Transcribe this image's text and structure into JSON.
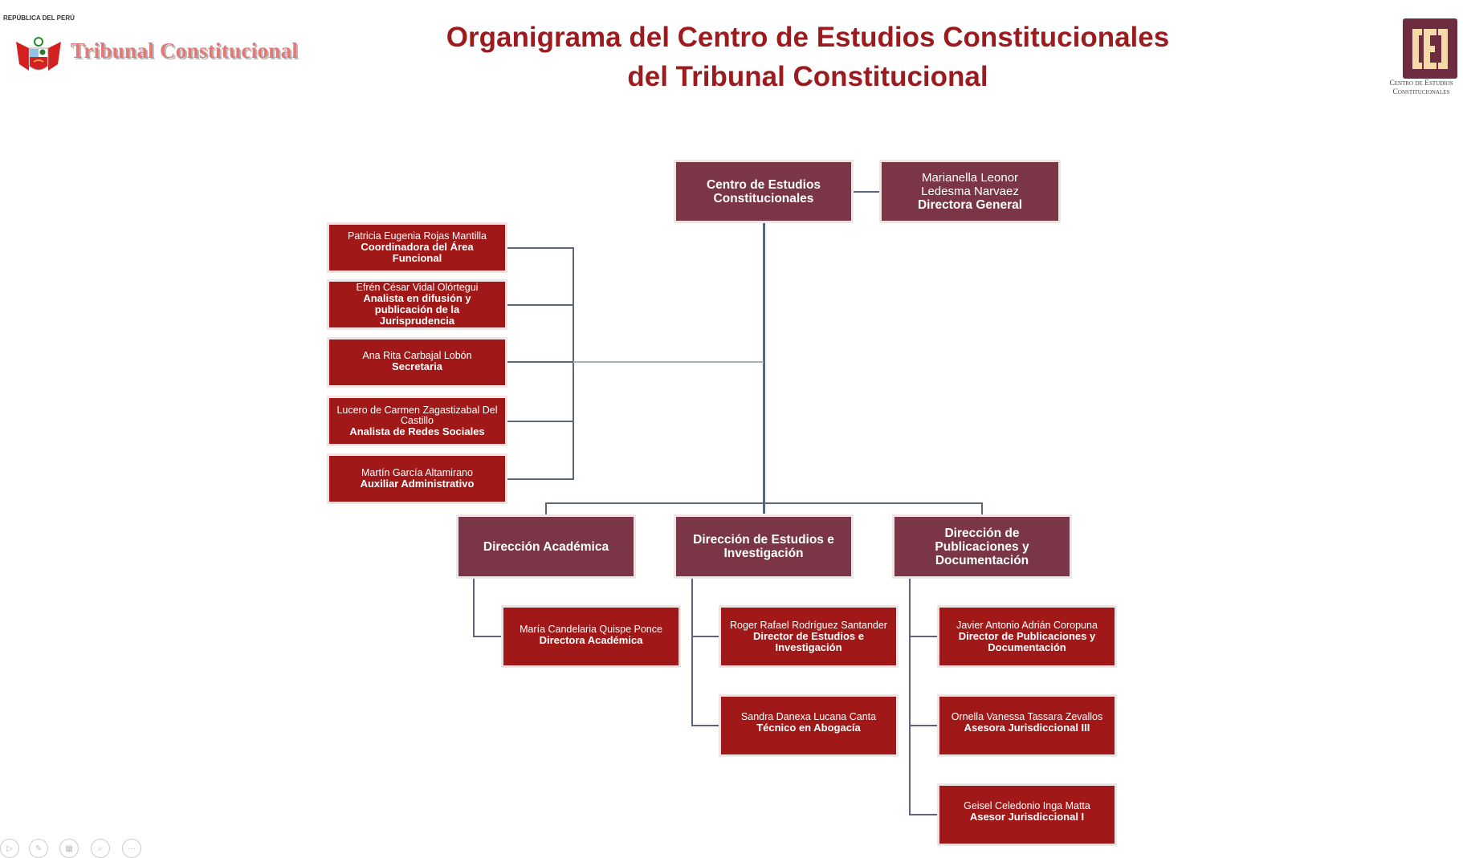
{
  "header": {
    "title_line1": "Organigrama del Centro de Estudios Constitucionales",
    "title_line2": "del Tribunal Constitucional",
    "left_logo_text": "Tribunal Constitucional",
    "left_emblem_text": "REPÚBLICA DEL PERÚ",
    "right_logo_caption_line1": "Centro de Estudios",
    "right_logo_caption_line2": "Constitucionales",
    "right_logo_letters": "CE"
  },
  "top": {
    "unit": {
      "line1": "Centro de Estudios",
      "line2": "Constitucionales"
    },
    "head": {
      "name1": "Marianella Leonor",
      "name2": "Ledesma Narvaez",
      "role": "Directora General"
    }
  },
  "staff": [
    {
      "name": "Patricia Eugenia Rojas Mantilla",
      "role": "Coordinadora del Área Funcional"
    },
    {
      "name": "Efrén César Vidal Olórtegui",
      "role": "Analista en difusión y publicación de la Jurisprudencia"
    },
    {
      "name": "Ana Rita Carbajal Lobón",
      "role": "Secretaria"
    },
    {
      "name": "Lucero de Carmen Zagastizabal Del Castillo",
      "role": "Analista de Redes Sociales"
    },
    {
      "name": "Martín García Altamirano",
      "role": "Auxiliar Administrativo"
    }
  ],
  "directions": [
    {
      "label": "Dirección Académica",
      "members": [
        {
          "name": "María  Candelaria Quispe Ponce",
          "role": "Directora Académica"
        }
      ]
    },
    {
      "label": "Dirección de Estudios e Investigación",
      "members": [
        {
          "name": "Roger Rafael Rodríguez Santander",
          "role": "Director de Estudios e Investigación"
        },
        {
          "name": "Sandra Danexa Lucana Canta",
          "role": "Técnico en Abogacía"
        }
      ]
    },
    {
      "label": "Dirección de Publicaciones y Documentación",
      "members": [
        {
          "name": "Javier Antonio Adrián Coropuna",
          "role": "Director de Publicaciones y Documentación"
        },
        {
          "name": "Ornella Vanessa Tassara Zevallos",
          "role": "Asesora Jurisdiccional III"
        },
        {
          "name": "Geisel Celedonio Inga Matta",
          "role": "Asesor Jurisdiccional I"
        }
      ]
    }
  ],
  "controls": [
    {
      "icon": "play-icon",
      "glyph": "▷"
    },
    {
      "icon": "pen-icon",
      "glyph": "✎"
    },
    {
      "icon": "slides-icon",
      "glyph": "▦"
    },
    {
      "icon": "zoom-icon",
      "glyph": "⌕"
    },
    {
      "icon": "more-icon",
      "glyph": "···"
    }
  ],
  "colors": {
    "title": "#9b1b1f",
    "unit_box": "#7a3646",
    "person_box": "#a01818",
    "connector": "#5b6579"
  }
}
